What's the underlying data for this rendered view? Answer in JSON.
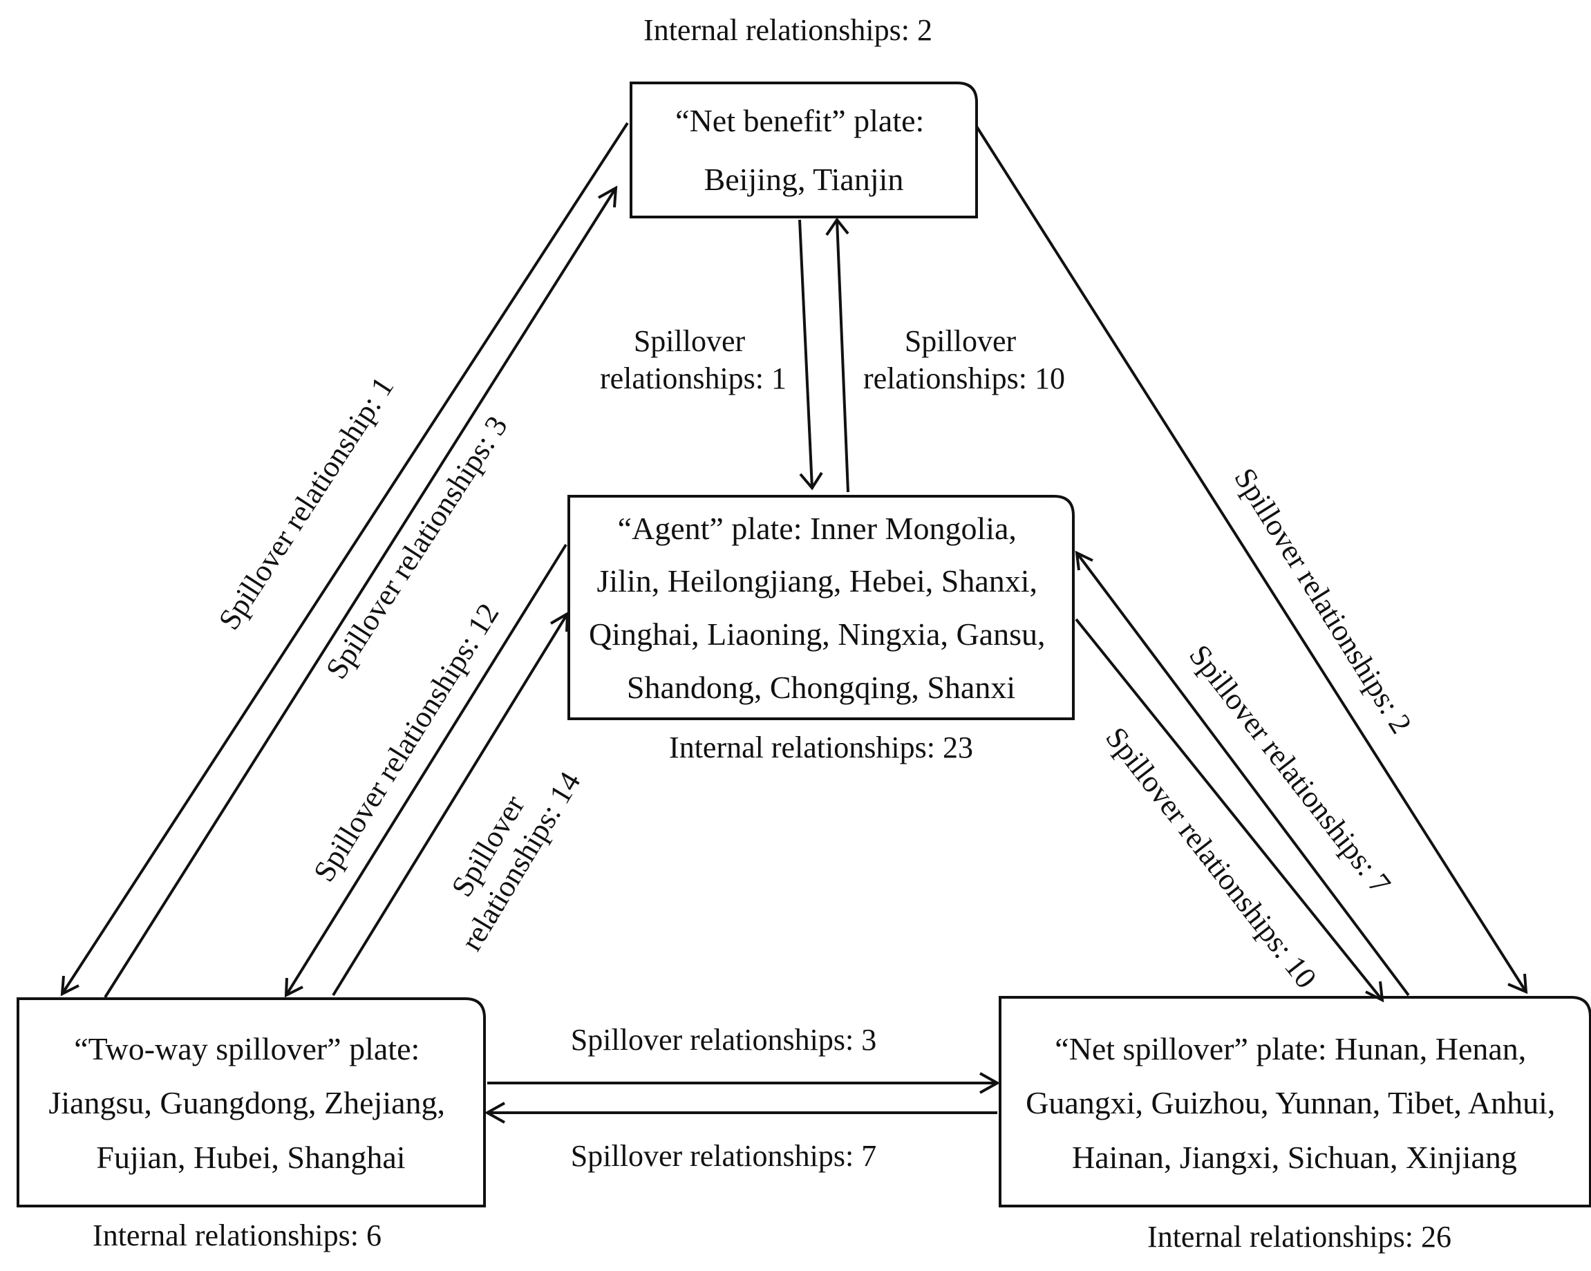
{
  "plates": {
    "net_benefit": {
      "lines": [
        "“Net benefit” plate:",
        "Beijing, Tianjin"
      ],
      "internal": "Internal relationships: 2"
    },
    "agent": {
      "lines": [
        "“Agent” plate: Inner Mongolia,",
        "Jilin, Heilongjiang, Hebei, Shanxi,",
        "Qinghai, Liaoning, Ningxia, Gansu,",
        "Shandong, Chongqing, Shanxi"
      ],
      "internal": "Internal relationships: 23"
    },
    "two_way": {
      "lines": [
        "“Two-way spillover” plate:",
        "Jiangsu, Guangdong, Zhejiang,",
        "Fujian, Hubei, Shanghai"
      ],
      "internal": "Internal relationships: 6"
    },
    "net_spillover": {
      "lines": [
        "“Net spillover” plate: Hunan, Henan,",
        "Guangxi, Guizhou, Yunnan, Tibet, Anhui,",
        "Hainan, Jiangxi, Sichuan, Xinjiang"
      ],
      "internal": "Internal relationships: 26"
    }
  },
  "relations": {
    "netbenefit_to_agent": [
      "Spillover",
      "relationships: 1"
    ],
    "agent_to_netbenefit": [
      "Spillover",
      "relationships: 10"
    ],
    "netbenefit_to_twoway": "Spillover relationship: 1",
    "twoway_to_netbenefit": "Spillover relationships: 3",
    "agent_to_twoway": "Spillover relationships: 12",
    "twoway_to_agent": [
      "Spillover",
      "relationships: 14"
    ],
    "netbenefit_to_netspillover": "Spillover relationships: 2",
    "netspillover_to_agent": "Spillover relationships: 7",
    "agent_to_netspillover": "Spillover relationships: 10",
    "twoway_to_netspillover": "Spillover relationships: 3",
    "netspillover_to_twoway": "Spillover relationships: 7"
  }
}
